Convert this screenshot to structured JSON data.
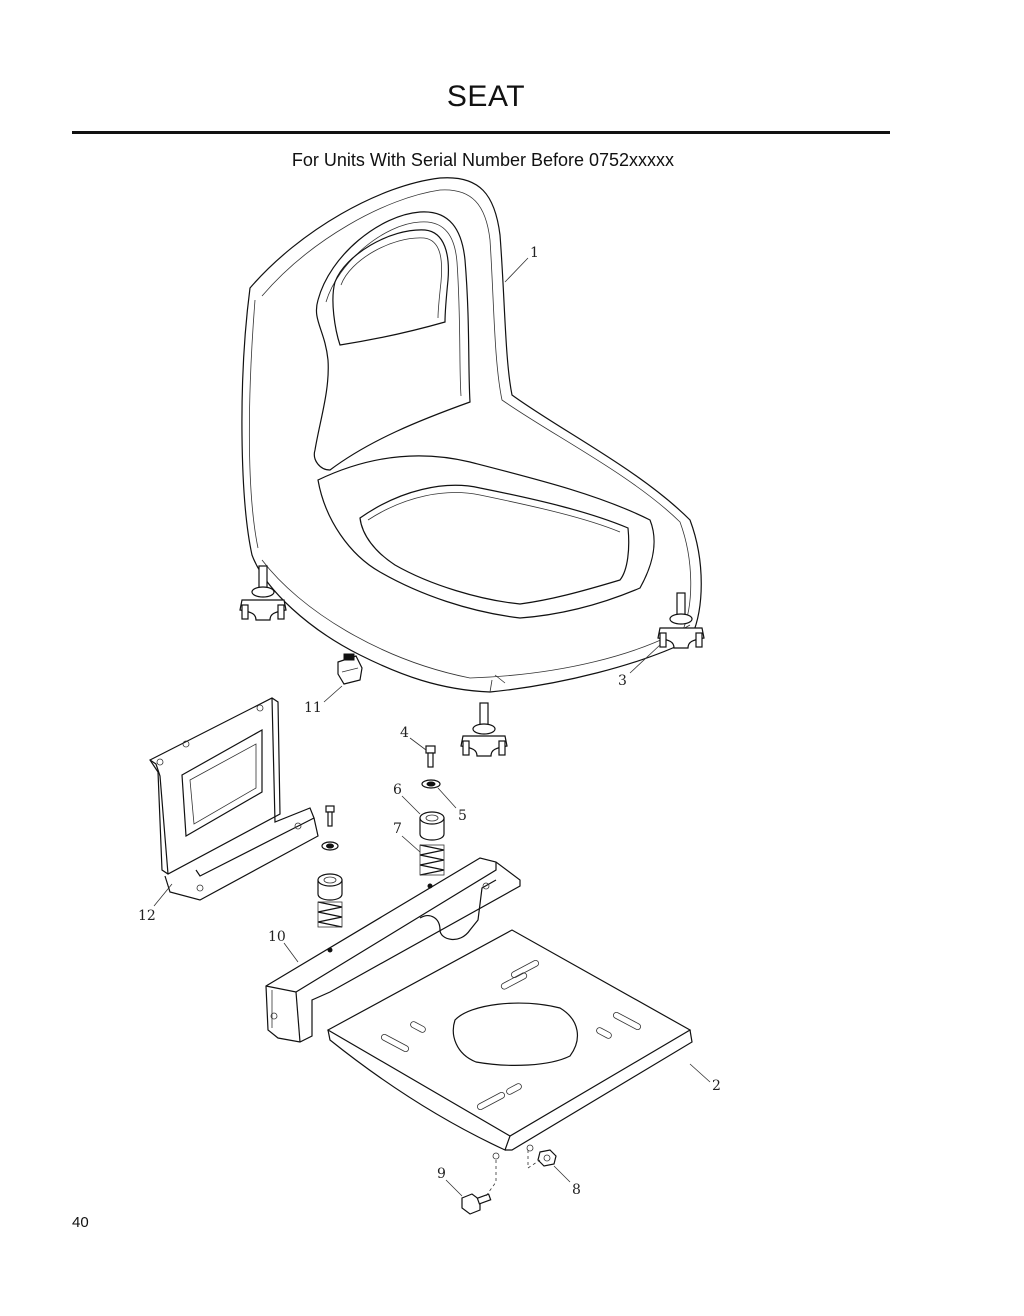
{
  "page": {
    "title": "SEAT",
    "subtitle": "For Units With Serial Number Before 0752xxxxx",
    "page_number": "40"
  },
  "callouts": {
    "c1": "1",
    "c2": "2",
    "c3": "3",
    "c4": "4",
    "c5": "5",
    "c6": "6",
    "c7": "7",
    "c8": "8",
    "c9": "9",
    "c10": "10",
    "c11": "11",
    "c12": "12"
  }
}
